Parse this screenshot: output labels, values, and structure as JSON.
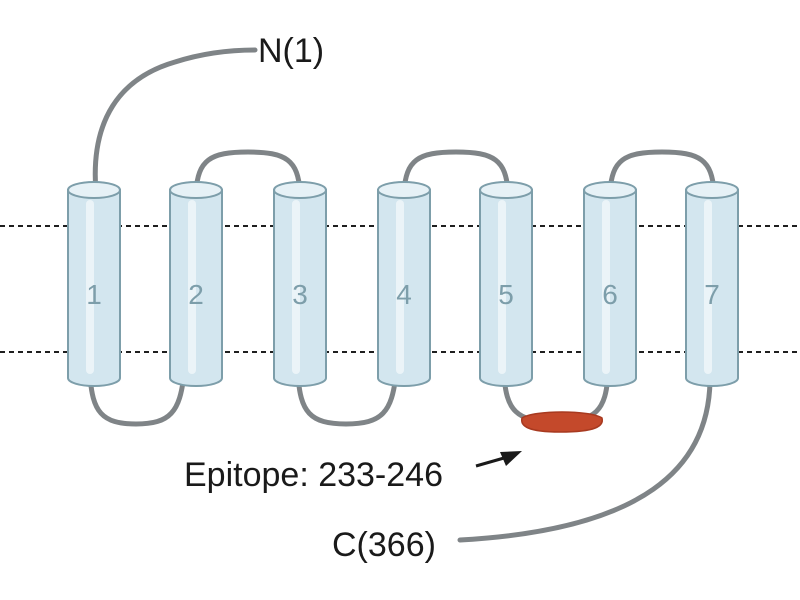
{
  "diagram": {
    "n_terminus_label": "N(1)",
    "c_terminus_label": "C(366)",
    "epitope_label": "Epitope: 233-246",
    "helices": [
      "1",
      "2",
      "3",
      "4",
      "5",
      "6",
      "7"
    ],
    "colors": {
      "helix_fill": "#d3e6ef",
      "helix_outline": "#7d9eaa",
      "loop": "#7f8487",
      "epitope": "#c4492b",
      "membrane_line": "#1f1f1f"
    }
  }
}
